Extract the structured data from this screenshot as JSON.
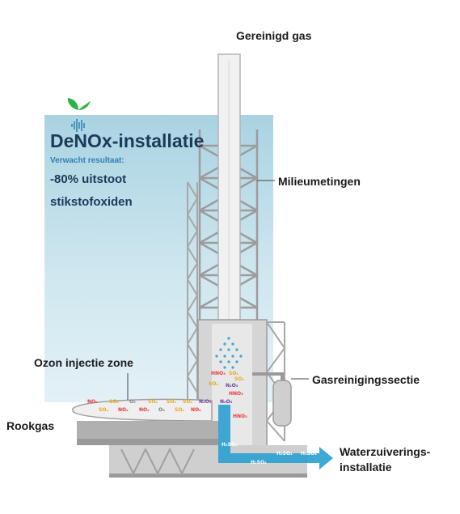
{
  "panel": {
    "title": "DeNOx-installatie",
    "subtitle": "Verwacht resultaat:",
    "line1": "-80% uitstoot",
    "line2": "stikstofoxiden"
  },
  "labels": {
    "gereinigd_gas": "Gereinigd gas",
    "milieumetingen": "Milieumetingen",
    "ozon_injectie": "Ozon injectie zone",
    "gasreiniging": "Gasreinigingssectie",
    "rookgas": "Rookgas",
    "waterzuivering_1": "Waterzuiverings-",
    "waterzuivering_2": "installatie"
  },
  "chemicals": {
    "nox": "NOₓ",
    "sox": "SOₓ",
    "o3": "O₃",
    "n2o5": "N₂O₅",
    "hno3": "HNO₃",
    "h2so4": "H₂SO₄"
  },
  "colors": {
    "accent": "#2f7fb3",
    "title": "#1c3a5a",
    "logo_leaf": "#2eb34a",
    "nox": "#e23c3c",
    "sox": "#e6a822",
    "o3": "#7a7a7a",
    "n2o5": "#6b3c9e",
    "water_flow": "#2a9fd0"
  },
  "icons": [
    "leaf-logo-icon",
    "soundwave-icon",
    "water-droplets-icon",
    "flow-arrow-icon"
  ]
}
